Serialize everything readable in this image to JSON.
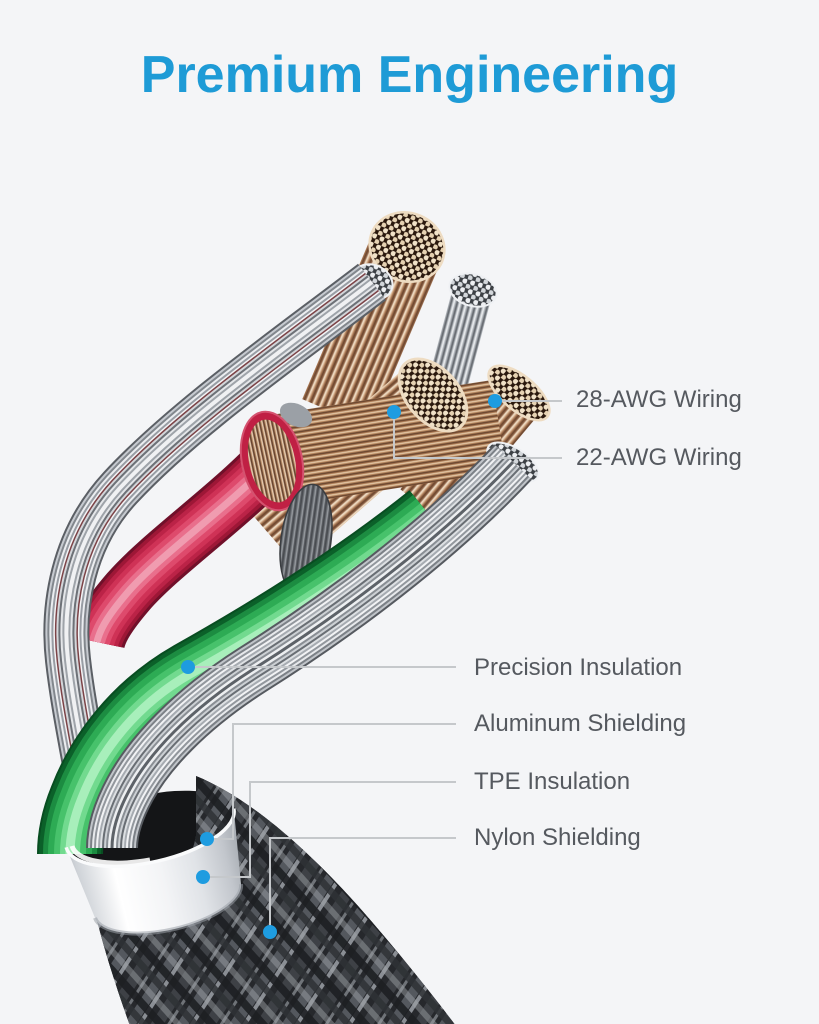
{
  "title": "Premium Engineering",
  "colors": {
    "title_blue": "#1e9bd6",
    "accent_dot": "#1e9ce0",
    "label_text": "#55595f",
    "leader_line": "#c5c8cb",
    "background": "#f4f5f7",
    "wire_green": "#2dab54",
    "wire_red": "#c62a4e",
    "wire_copper": "#b5826a",
    "shield_silver": "#c6cad0",
    "tpe_white": "#f3f4f6",
    "nylon_dark": "#2b2d31"
  },
  "callouts": [
    {
      "id": "28-awg",
      "label": "28-AWG Wiring"
    },
    {
      "id": "22-awg",
      "label": "22-AWG Wiring"
    },
    {
      "id": "precision-insulation",
      "label": "Precision Insulation"
    },
    {
      "id": "aluminum-shielding",
      "label": "Aluminum Shielding"
    },
    {
      "id": "tpe-insulation",
      "label": "TPE Insulation"
    },
    {
      "id": "nylon-shielding",
      "label": "Nylon Shielding"
    }
  ]
}
